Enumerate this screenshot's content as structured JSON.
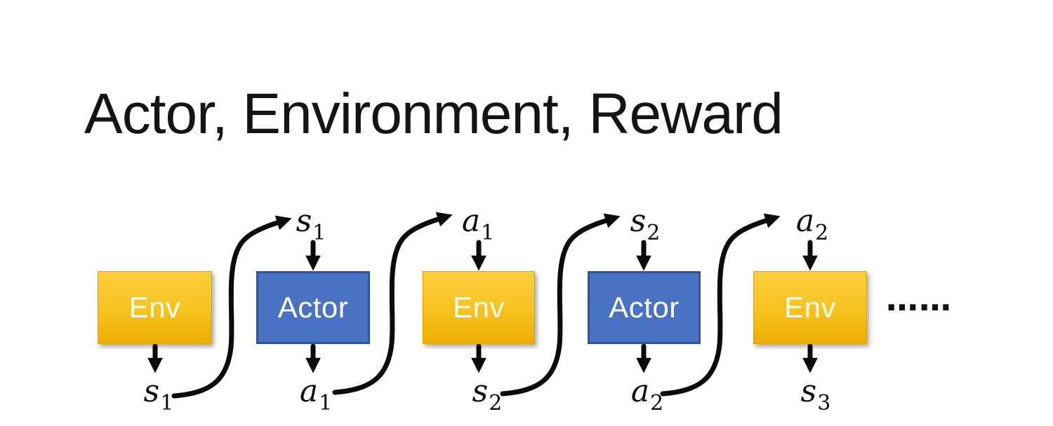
{
  "title": "Actor, Environment, Reward",
  "ellipsis": "……",
  "boxes": [
    {
      "label": "Env",
      "type": "env"
    },
    {
      "label": "Actor",
      "type": "actor"
    },
    {
      "label": "Env",
      "type": "env"
    },
    {
      "label": "Actor",
      "type": "actor"
    },
    {
      "label": "Env",
      "type": "env"
    }
  ],
  "top_labels": [
    {
      "letter": "s",
      "sub": "1"
    },
    {
      "letter": "a",
      "sub": "1"
    },
    {
      "letter": "s",
      "sub": "2"
    },
    {
      "letter": "a",
      "sub": "2"
    }
  ],
  "bottom_labels": [
    {
      "letter": "s",
      "sub": "1"
    },
    {
      "letter": "a",
      "sub": "1"
    },
    {
      "letter": "s",
      "sub": "2"
    },
    {
      "letter": "a",
      "sub": "2"
    },
    {
      "letter": "s",
      "sub": "3"
    }
  ],
  "colors": {
    "ink": "#0b0b0b",
    "env_top": "#FCCF3C",
    "env_bottom": "#EBAE00",
    "env_border": "#DFA300",
    "env_text": "#FFFDF0",
    "actor_fill": "#4A72C4",
    "actor_border": "#2F5597",
    "actor_text": "#FFFFFF"
  }
}
